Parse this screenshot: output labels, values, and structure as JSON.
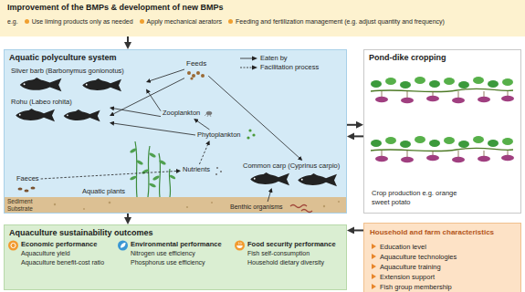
{
  "diagram": {
    "nodes": [
      {
        "text": [
          "Improvement of the BMPs & development of new BMPs",
          "e.g.",
          "Use liming products only as needed",
          "Apply mechanical aerators",
          "Feeding and fertilization management (e.g. adjust quantity and frequency)"
        ]
      },
      {
        "text": [
          "Aquatic polyculture system"
        ]
      },
      {
        "text": [
          "Feeds"
        ],
        "in": 1
      },
      {
        "text": [
          "Sliver barb (Barbonymus gonionotus)"
        ],
        "in": 1
      },
      {
        "text": [
          "Rohu (Labeo rohita)"
        ],
        "in": 1
      },
      {
        "text": [
          "Zooplankton"
        ],
        "in": 1
      },
      {
        "text": [
          "Phytoplankton"
        ],
        "in": 1
      },
      {
        "text": [
          "Nutrients"
        ],
        "in": 1
      },
      {
        "text": [
          "Common carp (Cyprinus carpio)"
        ],
        "in": 1
      },
      {
        "text": [
          "Faeces"
        ],
        "in": 1
      },
      {
        "text": [
          "Aquatic plants"
        ],
        "in": 1
      },
      {
        "text": [
          "Benthic organisms"
        ],
        "in": 1
      },
      {
        "text": [
          "Pond-dike cropping",
          "Crop production e.g. orange sweet potato"
        ]
      },
      {
        "text": [
          "Aquaculture sustainability outcomes"
        ]
      },
      {
        "text": [
          "Economic performance",
          "Aquaculture yield",
          "Aquaculture benefit-cost ratio"
        ],
        "in": 13
      },
      {
        "text": [
          "Environmental performance",
          "Nitrogen use efficiency",
          "Phosphorus use efficiency"
        ],
        "in": 13
      },
      {
        "text": [
          "Food security performance",
          "Fish self-consumption",
          "Household dietary diversity"
        ],
        "in": 13
      },
      {
        "text": [
          "Household and farm characteristics",
          "Education level",
          "Aquaculture technologies",
          "Aquaculture training",
          "Extension support",
          "Fish group membership"
        ]
      }
    ],
    "edges": [
      {
        "from": 0,
        "to": 1,
        "arrow": "to"
      },
      {
        "from": 1,
        "to": 12,
        "arrow": "to"
      },
      {
        "from": 12,
        "to": 1,
        "arrow": "to"
      },
      {
        "from": 1,
        "to": 13,
        "arrow": "to"
      },
      {
        "from": 17,
        "to": 13,
        "arrow": "to"
      },
      {
        "from": 2,
        "to": 3,
        "arrow": "to"
      },
      {
        "from": 2,
        "to": 4,
        "arrow": "to"
      },
      {
        "from": 2,
        "to": 8,
        "arrow": "to"
      },
      {
        "from": 5,
        "to": 3,
        "arrow": "to"
      },
      {
        "from": 5,
        "to": 4,
        "arrow": "to"
      },
      {
        "from": 6,
        "to": 5,
        "arrow": "to"
      },
      {
        "from": 6,
        "to": 4,
        "arrow": "to"
      },
      {
        "from": 7,
        "to": 6,
        "arrow": "to"
      },
      {
        "from": 9,
        "to": 7,
        "arrow": "to"
      },
      {
        "from": 11,
        "to": 8,
        "arrow": "to"
      }
    ],
    "labels": [
      "Sediment",
      "Substrate"
    ],
    "legend": [
      {
        "text": "Eaten by"
      },
      {
        "text": "Facilitation process"
      }
    ]
  }
}
